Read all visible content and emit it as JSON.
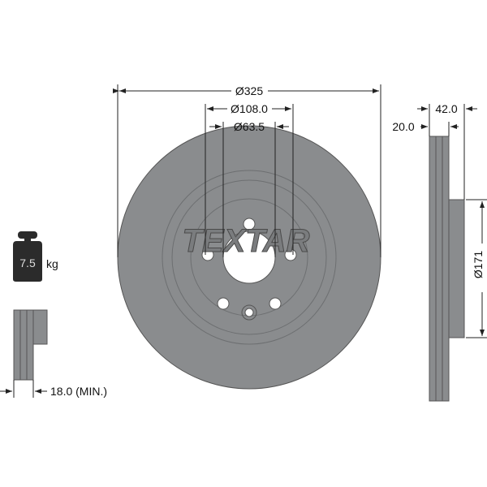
{
  "dimensions": {
    "outer_diameter": "Ø325",
    "bolt_circle": "Ø108.0",
    "center_bore": "Ø63.5",
    "total_height": "42.0",
    "disc_thickness": "20.0",
    "hub_diameter": "Ø171",
    "min_thickness": "18.0 (MIN.)"
  },
  "weight": {
    "value": "7.5",
    "unit": "kg"
  },
  "logo": "TEXTAR",
  "colors": {
    "disc": "#8a8c8e",
    "line": "#222222",
    "weight_icon": "#2b2b2b"
  }
}
